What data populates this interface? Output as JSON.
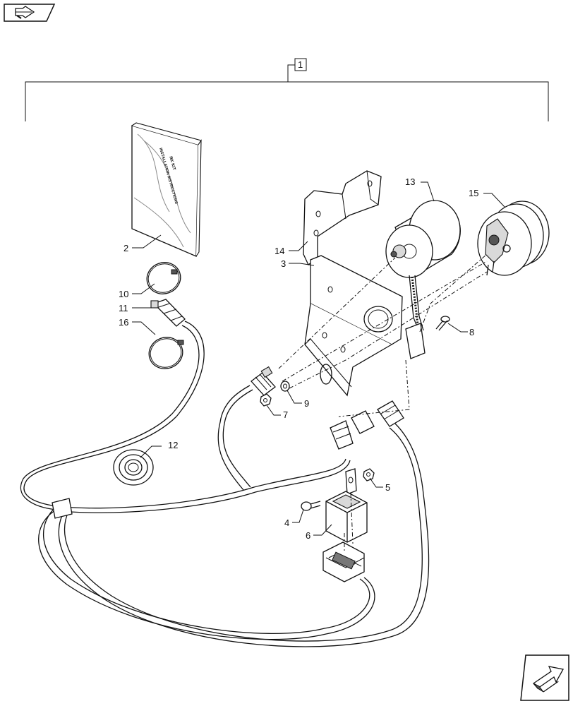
{
  "navigation": {
    "prev_icon": "arrow-prev-icon",
    "next_icon": "arrow-next-icon"
  },
  "callouts": {
    "c1": "1",
    "c2": "2",
    "c3": "3",
    "c4": "4",
    "c5": "5",
    "c6": "6",
    "c7": "7",
    "c8": "8",
    "c9": "9",
    "c10": "10",
    "c11": "11",
    "c12": "12",
    "c13": "13",
    "c14": "14",
    "c15": "15",
    "c16": "16"
  },
  "manual": {
    "cover_line1": "RK KIT",
    "cover_line2": "INSTALLATION INSTRUCTIONS"
  }
}
